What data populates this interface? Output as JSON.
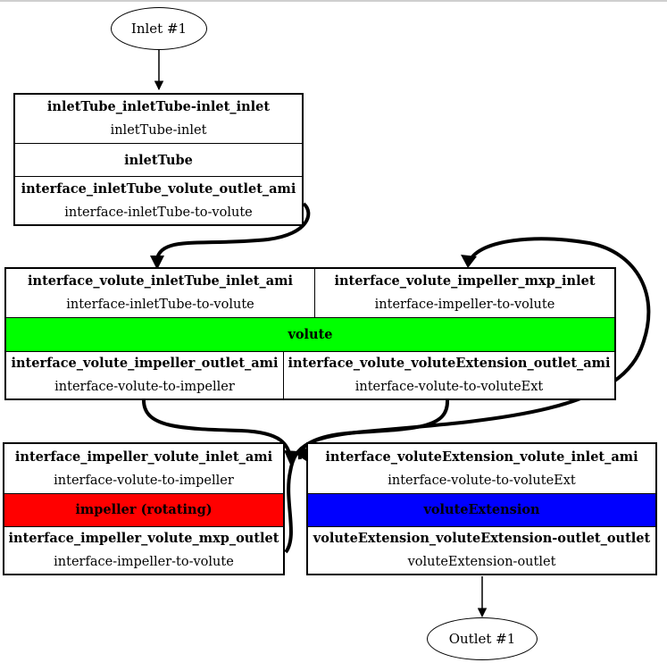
{
  "colors": {
    "volute": "#00ff00",
    "impeller": "#ff0000",
    "voluteExtension": "#0000ff",
    "edge": "#000000"
  },
  "inlet": {
    "label": "Inlet #1"
  },
  "outlet": {
    "label": "Outlet #1"
  },
  "inletTube": {
    "port_in": {
      "name": "inletTube_inletTube-inlet_inlet",
      "desc": "inletTube-inlet"
    },
    "title": "inletTube",
    "port_out": {
      "name": "interface_inletTube_volute_outlet_ami",
      "desc": "interface-inletTube-to-volute"
    }
  },
  "volute": {
    "port_tl": {
      "name": "interface_volute_inletTube_inlet_ami",
      "desc": "interface-inletTube-to-volute"
    },
    "port_tr": {
      "name": "interface_volute_impeller_mxp_inlet",
      "desc": "interface-impeller-to-volute"
    },
    "title": "volute",
    "port_bl": {
      "name": "interface_volute_impeller_outlet_ami",
      "desc": "interface-volute-to-impeller"
    },
    "port_br": {
      "name": "interface_volute_voluteExtension_outlet_ami",
      "desc": "interface-volute-to-voluteExt"
    }
  },
  "impeller": {
    "port_top": {
      "name": "interface_impeller_volute_inlet_ami",
      "desc": "interface-volute-to-impeller"
    },
    "title": "impeller (rotating)",
    "port_bottom": {
      "name": "interface_impeller_volute_mxp_outlet",
      "desc": "interface-impeller-to-volute"
    }
  },
  "voluteExtension": {
    "port_top": {
      "name": "interface_voluteExtension_volute_inlet_ami",
      "desc": "interface-volute-to-voluteExt"
    },
    "title": "voluteExtension",
    "port_bottom": {
      "name": "voluteExtension_voluteExtension-outlet_outlet",
      "desc": "voluteExtension-outlet"
    }
  }
}
